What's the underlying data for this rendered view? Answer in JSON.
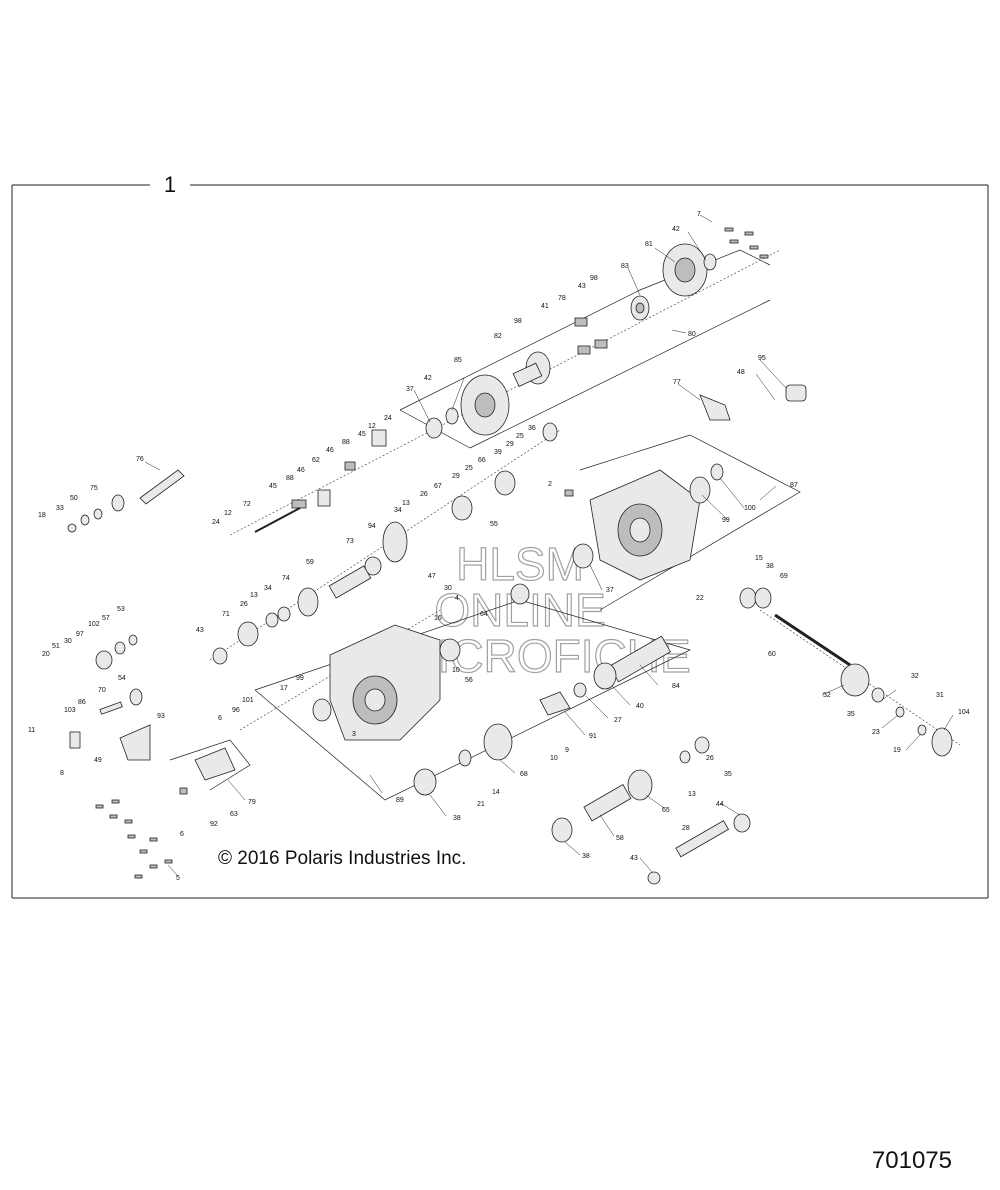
{
  "diagram": {
    "assembly_callout": "1",
    "copyright": "© 2016 Polaris Industries Inc.",
    "document_number": "701075",
    "watermark": {
      "line1": "HLSM",
      "line2": "ONLINE",
      "line3": "MICROFICHE"
    },
    "callouts": [
      "7",
      "42",
      "81",
      "83",
      "80",
      "43",
      "98",
      "78",
      "41",
      "98",
      "82",
      "85",
      "42",
      "37",
      "24",
      "12",
      "45",
      "88",
      "46",
      "62",
      "76",
      "95",
      "48",
      "77",
      "50",
      "75",
      "33",
      "18",
      "72",
      "45",
      "88",
      "46",
      "24",
      "12",
      "36",
      "25",
      "29",
      "39",
      "66",
      "25",
      "29",
      "67",
      "26",
      "13",
      "34",
      "94",
      "73",
      "59",
      "74",
      "26",
      "13",
      "34",
      "71",
      "43",
      "55",
      "47",
      "30",
      "4",
      "64",
      "2",
      "87",
      "99",
      "100",
      "37",
      "22",
      "15",
      "38",
      "69",
      "60",
      "53",
      "57",
      "102",
      "97",
      "30",
      "51",
      "20",
      "54",
      "70",
      "86",
      "103",
      "11",
      "49",
      "8",
      "93",
      "16",
      "56",
      "10",
      "17",
      "99",
      "101",
      "96",
      "6",
      "3",
      "89",
      "63",
      "79",
      "6",
      "92",
      "5",
      "84",
      "40",
      "27",
      "91",
      "9",
      "10",
      "14",
      "68",
      "21",
      "38",
      "26",
      "35",
      "13",
      "65",
      "58",
      "38",
      "44",
      "28",
      "43",
      "52",
      "35",
      "32",
      "31",
      "104",
      "23",
      "19"
    ]
  }
}
